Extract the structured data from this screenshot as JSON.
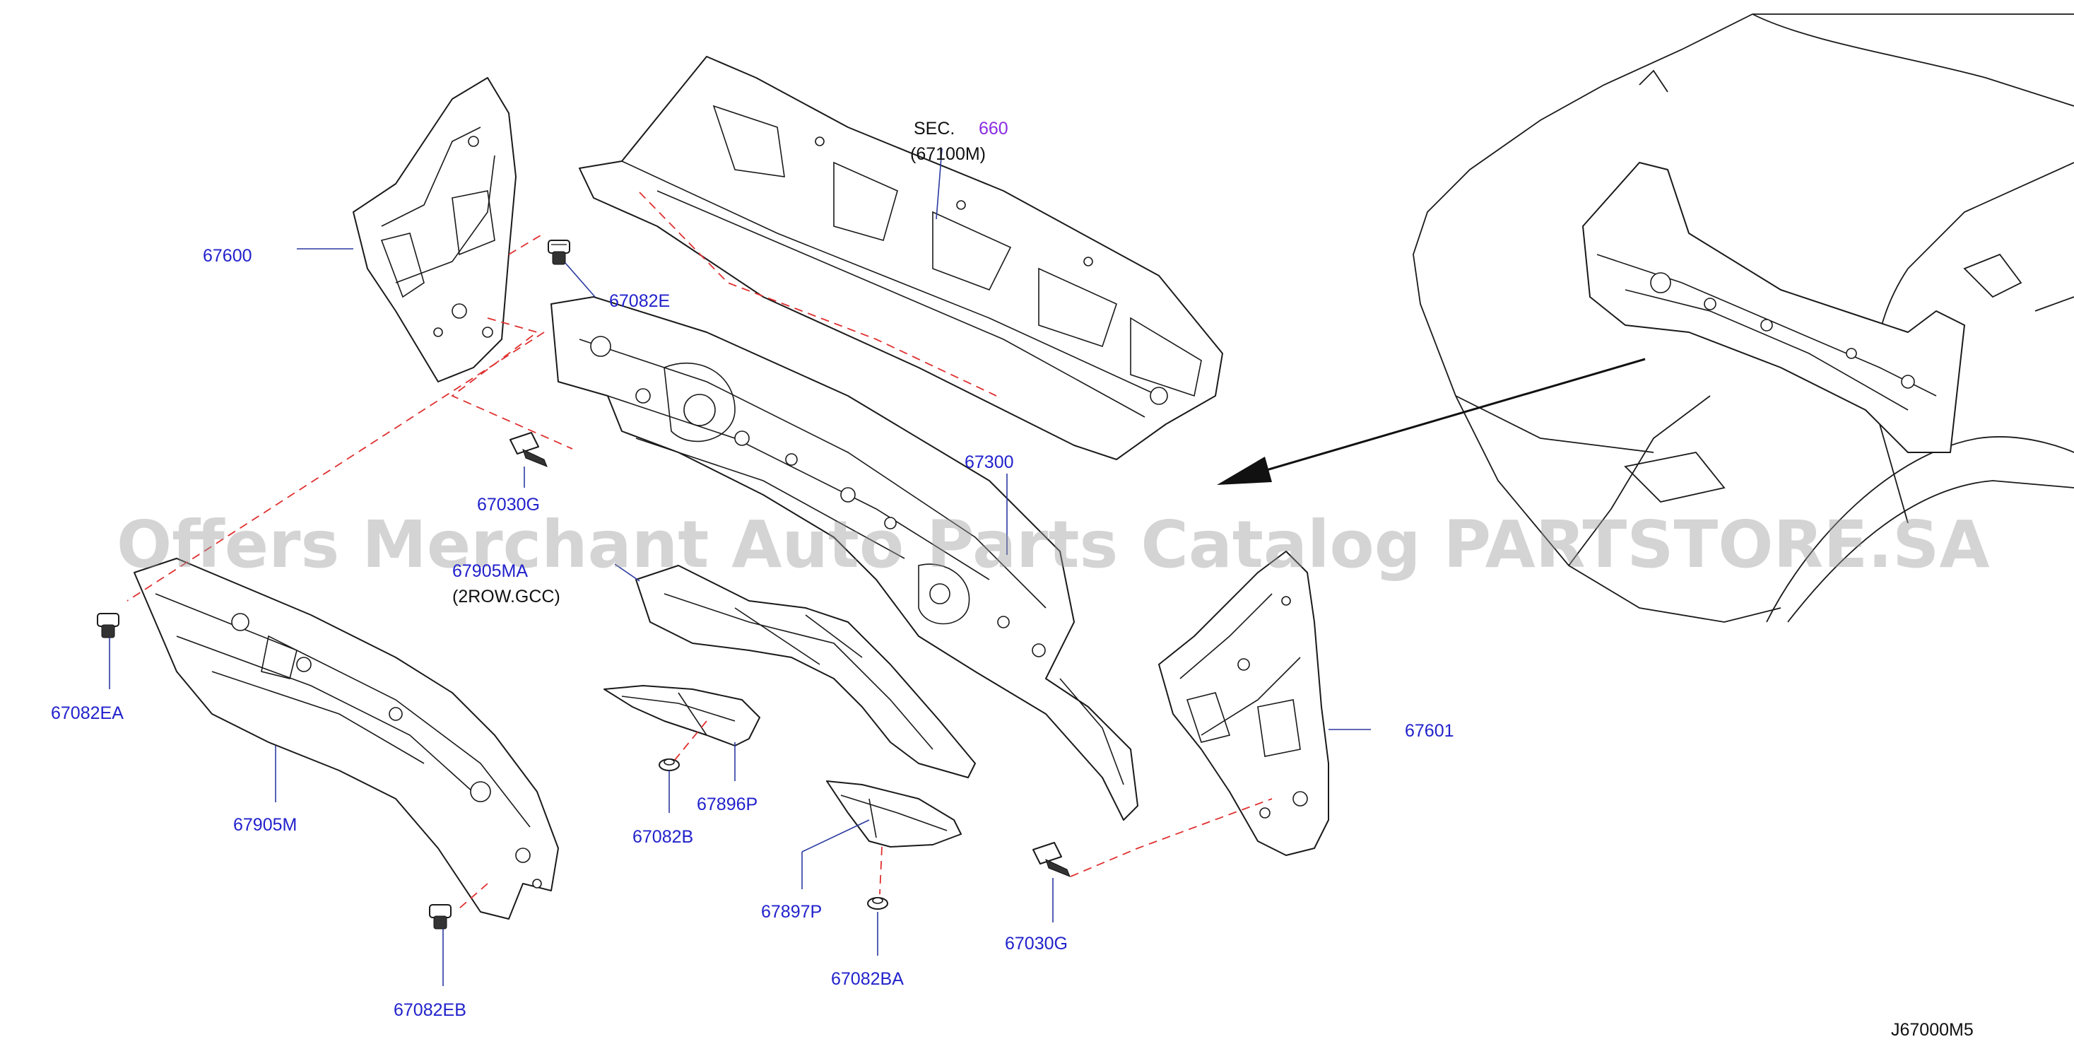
{
  "labels": {
    "l67600": "67600",
    "l67082E": "67082E",
    "sec_prefix": "SEC.",
    "sec_number": "660",
    "l67100M": "(67100M)",
    "l67300": "67300",
    "l67030G_top": "67030G",
    "l67905MA": "67905MA",
    "l2row": "(2ROW.GCC)",
    "l67082EA": "67082EA",
    "l67905M": "67905M",
    "l67082B": "67082B",
    "l67896P": "67896P",
    "l67897P": "67897P",
    "l67082BA": "67082BA",
    "l67030G_bottom": "67030G",
    "l67601": "67601",
    "l67082EB": "67082EB",
    "diagram_code": "J67000M5"
  },
  "watermark": "Offers Merchant Auto Parts Catalog PARTSTORE.SA",
  "colors": {
    "label": "#2222cc",
    "section_number": "#8a2be2",
    "dashed_line": "#e03030",
    "watermark": "#9a9a9a"
  }
}
